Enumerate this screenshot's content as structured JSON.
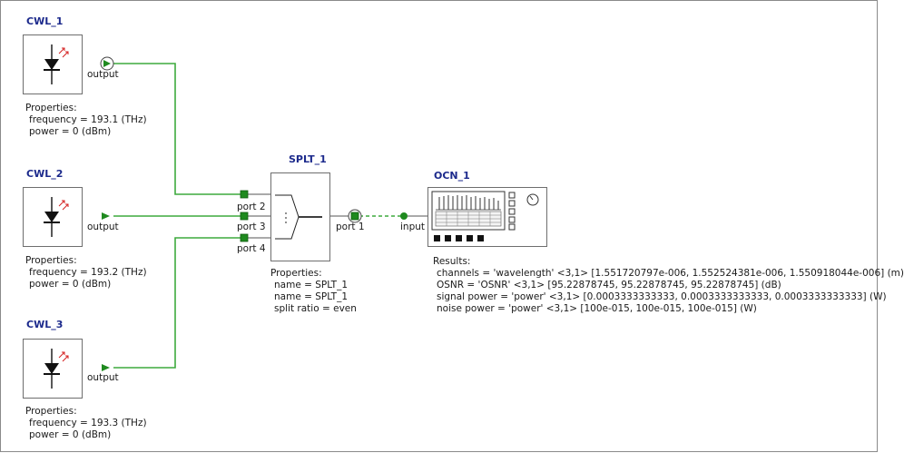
{
  "components": {
    "cwl1": {
      "title": "CWL_1",
      "port": "output",
      "props_header": "Properties:",
      "props": [
        "frequency = 193.1 (THz)",
        "power = 0 (dBm)"
      ]
    },
    "cwl2": {
      "title": "CWL_2",
      "port": "output",
      "props_header": "Properties:",
      "props": [
        "frequency = 193.2 (THz)",
        "power = 0 (dBm)"
      ]
    },
    "cwl3": {
      "title": "CWL_3",
      "port": "output",
      "props_header": "Properties:",
      "props": [
        "frequency = 193.3 (THz)",
        "power = 0 (dBm)"
      ]
    },
    "splt": {
      "title": "SPLT_1",
      "ports": [
        "port 2",
        "port 3",
        "port 4",
        "port 1"
      ],
      "props_header": "Properties:",
      "props": [
        "name = SPLT_1",
        "name = SPLT_1",
        "split ratio = even"
      ]
    },
    "ocn": {
      "title": "OCN_1",
      "port": "input",
      "results_header": "Results:",
      "results": [
        "channels = 'wavelength' <3,1> [1.551720797e-006, 1.552524381e-006, 1.550918044e-006] (m)",
        "OSNR = 'OSNR' <3,1> [95.22878745, 95.22878745, 95.22878745] (dB)",
        "signal power = 'power' <3,1> [0.0003333333333, 0.0003333333333, 0.0003333333333] (W)",
        "noise power = 'power' <3,1> [100e-015, 100e-015, 100e-015] (W)"
      ]
    }
  },
  "colors": {
    "wire": "#3daa3d",
    "port": "#1f8a1f",
    "title": "#1c2a8c",
    "laser_arrow": "#d42020"
  },
  "icons": [
    "laser-diode-icon",
    "splitter-icon",
    "spectrum-analyzer-icon",
    "probe-icon"
  ]
}
